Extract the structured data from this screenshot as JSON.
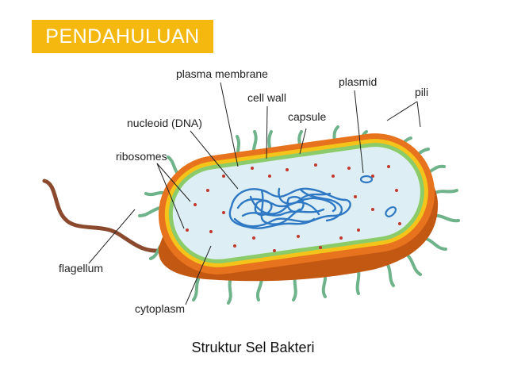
{
  "header": {
    "title": "PENDAHULUAN",
    "color": "#F5B80F"
  },
  "diagram": {
    "labels": {
      "plasma_membrane": "plasma membrane",
      "cell_wall": "cell wall",
      "plasmid": "plasmid",
      "pili": "pili",
      "nucleoid": "nucleoid (DNA)",
      "capsule": "capsule",
      "ribosomes": "ribosomes",
      "flagellum": "flagellum",
      "cytoplasm": "cytoplasm"
    },
    "colors": {
      "capsule_outer": "#E8731E",
      "capsule_dark": "#C25812",
      "cell_wall": "#F5C41A",
      "membrane": "#8CCB6A",
      "cytoplasm": "#DDEFF4",
      "dna": "#2F78C4",
      "ribosome": "#C0392B",
      "pili": "#6FB38A",
      "flagellum": "#8B4A2E"
    }
  },
  "caption": "Struktur Sel Bakteri"
}
